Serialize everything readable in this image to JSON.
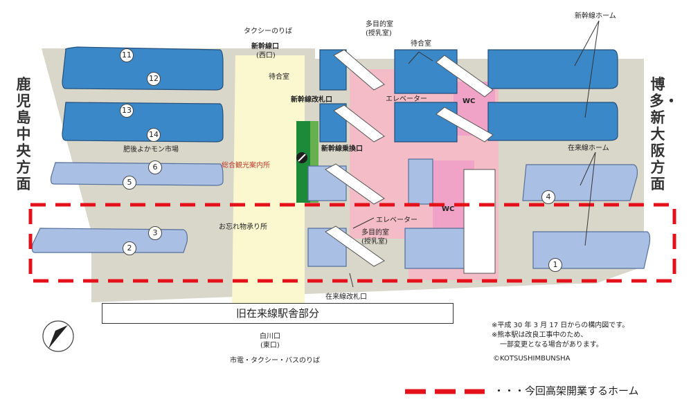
{
  "directions": {
    "left": "鹿児島中央方面",
    "right": "博多・新大阪方面"
  },
  "labels": {
    "taxi_top": "タクシーのりば",
    "shinkansen_west": "新幹線口",
    "west_exit": "(西口)",
    "waiting_room_left": "待合室",
    "multipurpose_top": "多目的室",
    "nursing_top": "(授乳室)",
    "waiting_room_top": "待合室",
    "shinkansen_platform_label": "新幹線ホーム",
    "shinkansen_gate": "新幹線改札口",
    "elevator_top": "エレベーター",
    "wc_top": "WC",
    "shinkansen_transfer": "新幹線乗換口",
    "zaisen_platform_label": "在来線ホーム",
    "market": "肥後よかモン市場",
    "tourist_info": "総合観光案内所",
    "lost_items": "お忘れ物承り所",
    "multipurpose_bottom": "多目的室",
    "nursing_bottom": "(授乳室)",
    "elevator_bottom": "エレベーター",
    "wc_bottom": "WC",
    "zaisen_gate": "在来線改札口",
    "old_building": "旧在来線駅舎部分",
    "shirakawa": "白川口",
    "east_exit": "(東口)",
    "bottom_transport": "市電・タクシー・バスのりば",
    "note1": "※平成 30 年 3 月 17 日からの構内図です。",
    "note2": "※熊本駅は改良工事中のため、",
    "note3": "一部変更となる場合があります。",
    "copyright": "©KOTSUSHIMBUNSHA",
    "legend": "・・・今回高架開業するホーム"
  },
  "track_numbers": [
    "1",
    "2",
    "3",
    "4",
    "5",
    "6",
    "11",
    "12",
    "13",
    "14"
  ],
  "colors": {
    "shinkansen_platform": "#3a88c8",
    "zaisen_platform": "#a9bfe3",
    "concourse_yellow": "#fbf7cf",
    "floor_gray": "#d9d7c9",
    "concourse_pink": "#f4bcc6",
    "highlight_red": "#e5111a",
    "elevator_green": "#1d8a3a"
  }
}
